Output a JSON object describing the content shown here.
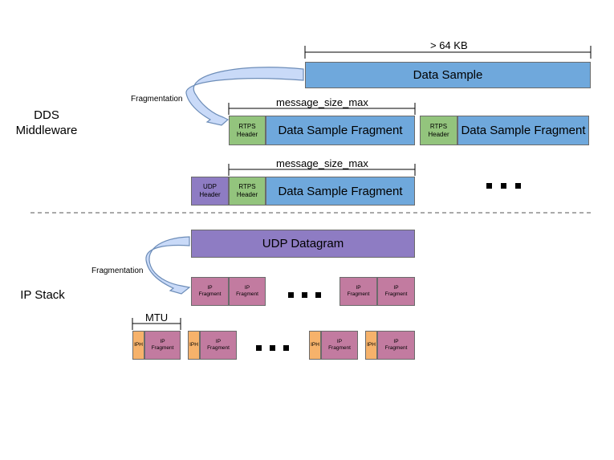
{
  "layers": {
    "dds": "DDS\nMiddleware",
    "ip": "IP Stack"
  },
  "labels": {
    "size_64kb": "> 64 KB",
    "message_size_max_1": "message_size_max",
    "message_size_max_2": "message_size_max",
    "mtu": "MTU",
    "fragmentation_1": "Fragmentation",
    "fragmentation_2": "Fragmentation",
    "ellipsis": "..."
  },
  "blocks": {
    "data_sample": "Data Sample",
    "data_sample_fragment": "Data Sample Fragment",
    "rtps_header": "RTPS\nHeader",
    "udp_header": "UDP\nHeader",
    "udp_datagram": "UDP Datagram",
    "ip_fragment": "IP\nFragment",
    "ip_header": "IPH"
  },
  "colors": {
    "data": "#6fa8dc",
    "rtps": "#93c47d",
    "udp": "#8e7cc3",
    "ip_fragment": "#c27ba0",
    "ip_header": "#f6b26b"
  }
}
